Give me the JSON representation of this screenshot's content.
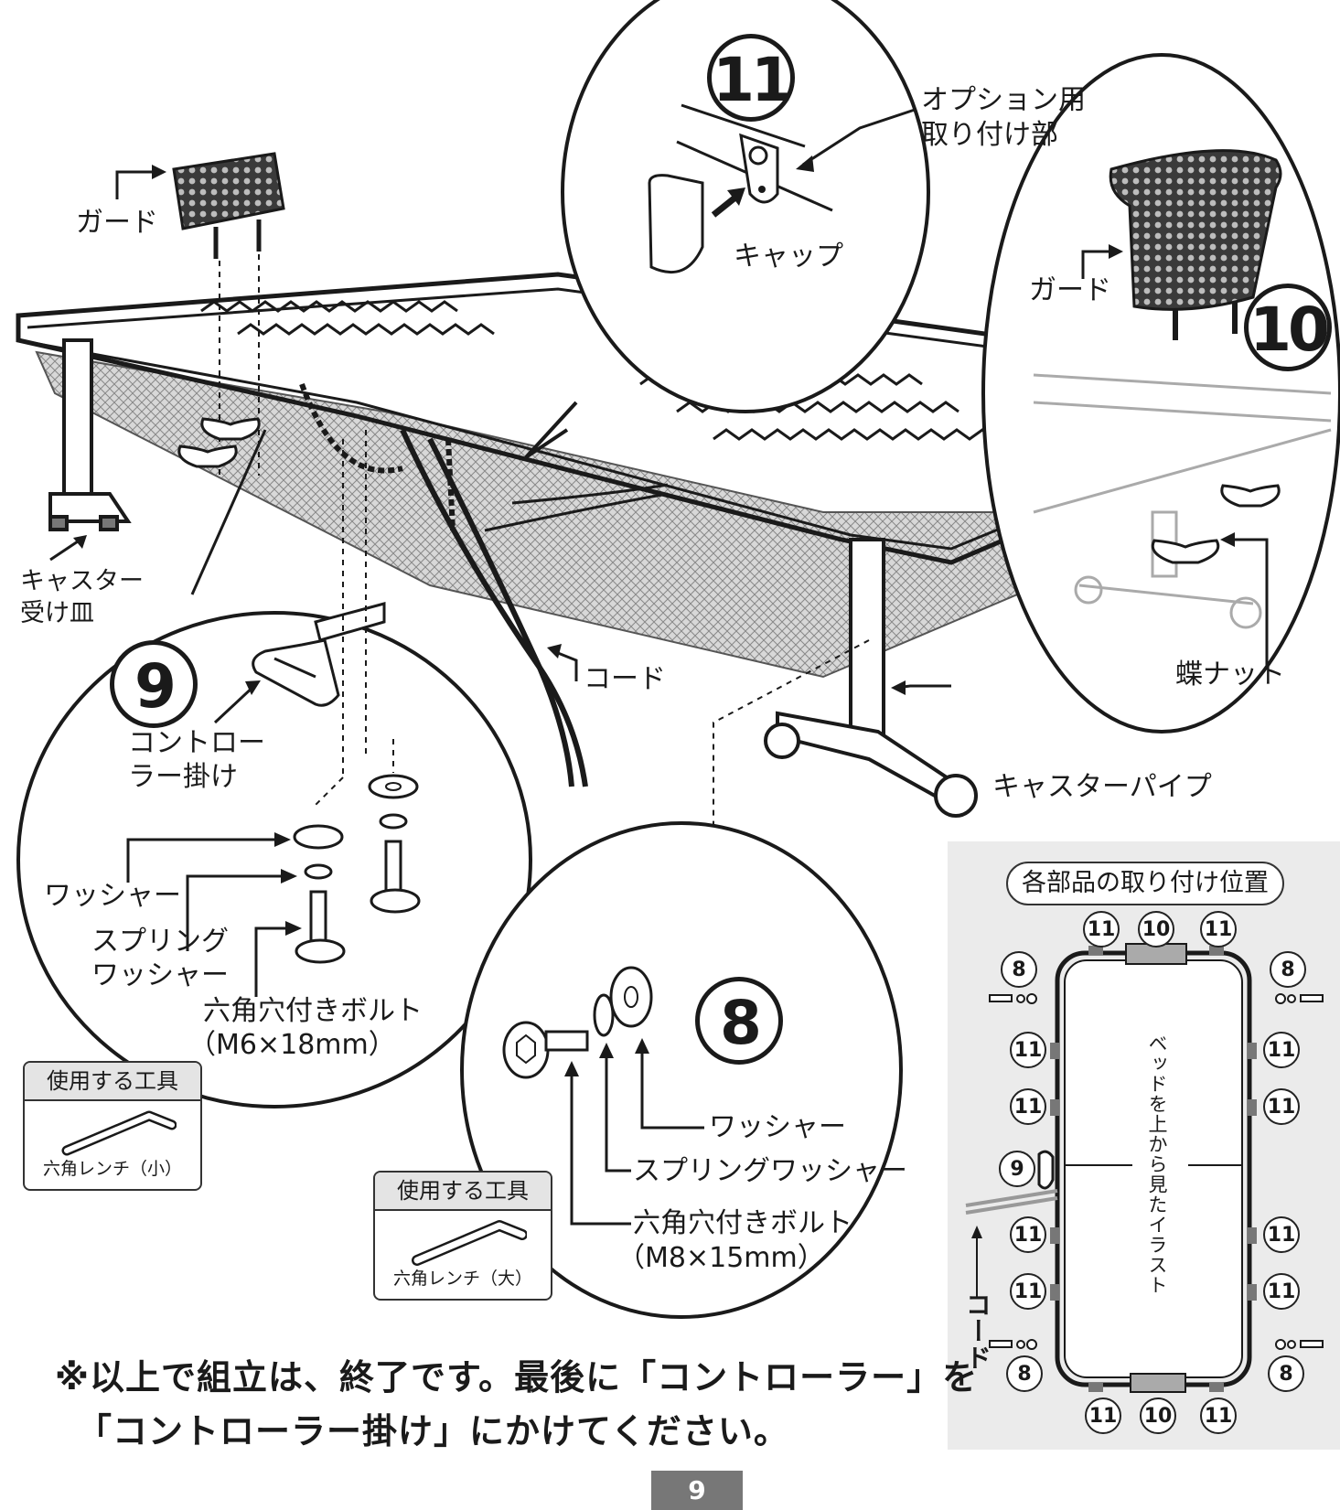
{
  "callouts": {
    "guard_left": "ガード",
    "guard_right": "ガード",
    "caster_tray": [
      "キャスター",
      "受け皿"
    ],
    "cord": "コード",
    "caster_pipe": "キャスターパイプ",
    "option_mount": [
      "オプション用",
      "取り付け部"
    ],
    "cap": "キャップ",
    "wing_nut": "蝶ナット"
  },
  "step_numbers": {
    "s8": "8",
    "s9": "9",
    "s10": "10",
    "s11": "11"
  },
  "step9": {
    "controller_hook": [
      "コントロー",
      "ラー掛け"
    ],
    "washer": "ワッシャー",
    "spring_washer": [
      "スプリング",
      "ワッシャー"
    ],
    "bolt": [
      "六角穴付きボルト",
      "（M6×18mm）"
    ]
  },
  "step8": {
    "washer": "ワッシャー",
    "spring_washer": "スプリングワッシャー",
    "bolt": [
      "六角穴付きボルト",
      "（M8×15mm）"
    ]
  },
  "tools": {
    "small": {
      "title": "使用する工具",
      "caption": "六角レンチ（小）"
    },
    "large": {
      "title": "使用する工具",
      "caption": "六角レンチ（大）"
    }
  },
  "positions_panel": {
    "title": "各部品の取り付け位置",
    "caption_vertical": "ベッドを上から見たイラスト",
    "cord_label": "コード",
    "markers": {
      "top_left_11": "11",
      "top_10": "10",
      "top_right_11": "11",
      "left_8_top": "8",
      "right_8_top": "8",
      "left_11_a": "11",
      "left_11_b": "11",
      "left_9": "9",
      "left_11_c": "11",
      "left_11_d": "11",
      "right_11_a": "11",
      "right_11_b": "11",
      "right_11_c": "11",
      "right_11_d": "11",
      "left_8_bottom": "8",
      "right_8_bottom": "8",
      "bottom_left_11": "11",
      "bottom_10": "10",
      "bottom_right_11": "11"
    }
  },
  "note": {
    "line1": "※以上で組立は、終了です。最後に「コントローラー」を",
    "line2": "「コントローラー掛け」にかけてください。"
  },
  "page_number": "9"
}
